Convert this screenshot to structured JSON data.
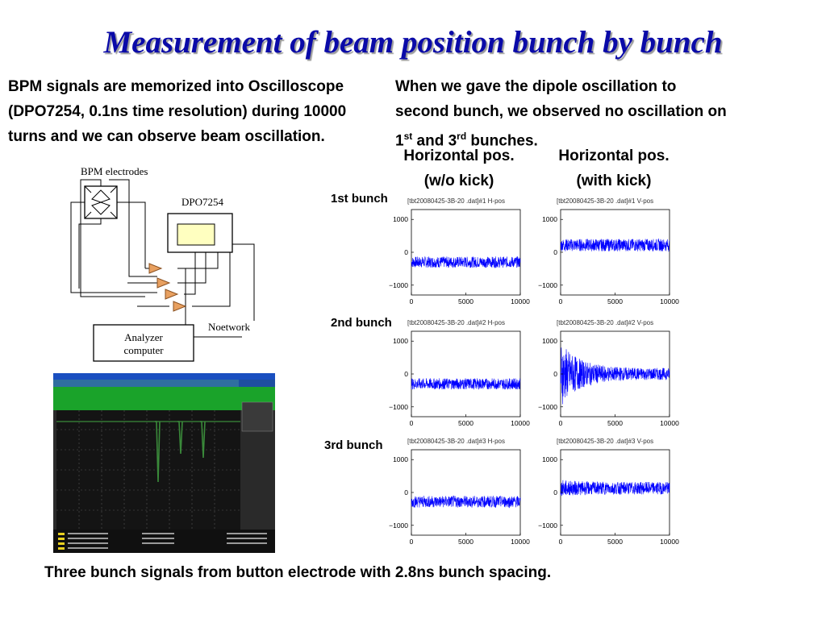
{
  "title": "Measurement of beam position bunch by bunch",
  "left_text": "BPM signals are memorized into Oscilloscope (DPO7254, 0.1ns time resolution) during 10000 turns and we can observe beam oscillation.",
  "right_text": {
    "line1": "When we gave the dipole oscillation to",
    "line2": "second bunch, we observed no oscillation on",
    "first": "1",
    "first_sup": "st",
    "and": " and 3",
    "third_sup": "rd",
    "end": " bunches."
  },
  "columns": {
    "left_header_line1": "Horizontal pos.",
    "left_header_line2": "(w/o kick)",
    "right_header_line1": "Horizontal pos.",
    "right_header_line2": "(with kick)"
  },
  "rows": [
    {
      "label": "1st bunch"
    },
    {
      "label": "2nd bunch"
    },
    {
      "label": "3rd bunch"
    }
  ],
  "diagram": {
    "bpm_label": "BPM electrodes",
    "scope_label": "DPO7254",
    "network_label": "Noetwork",
    "computer_line1": "Analyzer",
    "computer_line2": "computer"
  },
  "caption": "Three bunch signals from button electrode with 2.8ns bunch spacing.",
  "colors": {
    "title": "#0a0aa8",
    "signal": "#0000ff",
    "amplifier": "#e8a060",
    "scope_screen": "#ffffc0",
    "scope_grid_bg": "#141414",
    "scope_green": "#1aa32a",
    "scope_trace": "#3a8a3a"
  },
  "chart_data": [
    {
      "type": "line",
      "title": "[tbt20080425-3B-20 .dat]#1 H-pos",
      "x": [
        0,
        10000
      ],
      "xticks": [
        0,
        5000,
        10000
      ],
      "yticks": [
        1000,
        0,
        -1000
      ],
      "ylim": [
        -1300,
        1300
      ],
      "offset": -300,
      "amplitude": [
        170,
        170
      ]
    },
    {
      "type": "line",
      "title": "[tbt20080425-3B-20 .dat]#1 V-pos",
      "x": [
        0,
        10000
      ],
      "xticks": [
        0,
        5000,
        10000
      ],
      "yticks": [
        1000,
        0,
        -1000
      ],
      "ylim": [
        -1300,
        1300
      ],
      "offset": 220,
      "amplitude": [
        190,
        190
      ]
    },
    {
      "type": "line",
      "title": "[tbt20080425-3B-20 .dat]#2 H-pos",
      "x": [
        0,
        10000
      ],
      "xticks": [
        0,
        5000,
        10000
      ],
      "yticks": [
        1000,
        0,
        -1000
      ],
      "ylim": [
        -1300,
        1300
      ],
      "offset": -300,
      "amplitude": [
        170,
        170
      ]
    },
    {
      "type": "line",
      "title": "[tbt20080425-3B-20 .dat]#2 V-pos",
      "x": [
        0,
        10000
      ],
      "xticks": [
        0,
        5000,
        10000
      ],
      "yticks": [
        1000,
        0,
        -1000
      ],
      "ylim": [
        -1300,
        1300
      ],
      "offset": 0,
      "amplitude": [
        1000,
        180
      ]
    },
    {
      "type": "line",
      "title": "[tbt20080425-3B-20 .dat]#3 H-pos",
      "x": [
        0,
        10000
      ],
      "xticks": [
        0,
        5000,
        10000
      ],
      "yticks": [
        1000,
        0,
        -1000
      ],
      "ylim": [
        -1300,
        1300
      ],
      "offset": -280,
      "amplitude": [
        180,
        180
      ]
    },
    {
      "type": "line",
      "title": "[tbt20080425-3B-20 .dat]#3 V-pos",
      "x": [
        0,
        10000
      ],
      "xticks": [
        0,
        5000,
        10000
      ],
      "yticks": [
        1000,
        0,
        -1000
      ],
      "ylim": [
        -1300,
        1300
      ],
      "offset": 130,
      "amplitude": [
        260,
        190
      ]
    }
  ]
}
